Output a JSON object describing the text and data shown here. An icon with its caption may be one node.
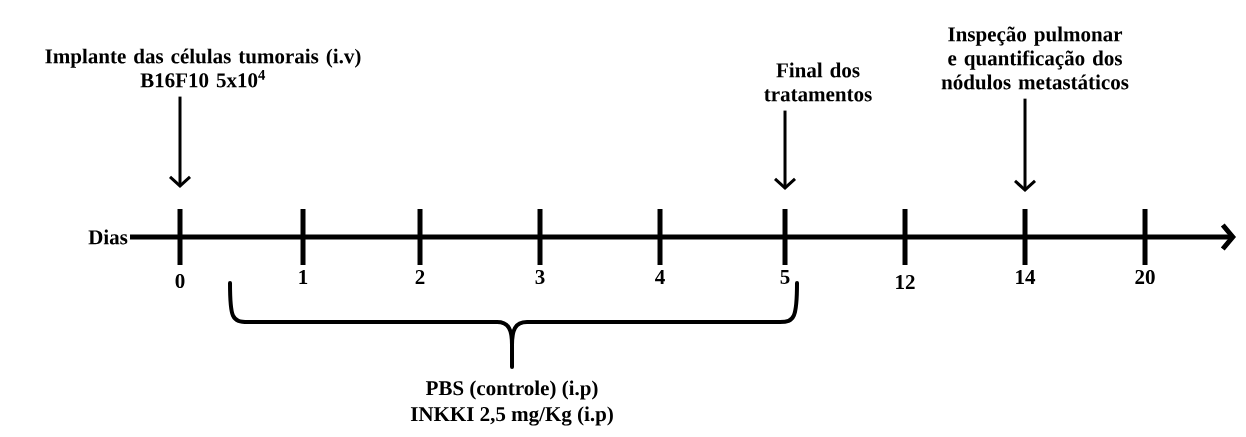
{
  "diagram": {
    "nodes": [
      {
        "text": [
          "Implante das células tumorais (i.v)",
          "B16F10 5x10$^{4}$"
        ]
      },
      {
        "text": [
          "Final dos tratamentos"
        ]
      },
      {
        "text": [
          "Inspeção pulmonar e quantificação dos nódulos metastáticos"
        ]
      }
    ],
    "edges": [
      {
        "from": 0,
        "to": null,
        "arrow": "to"
      },
      {
        "from": 1,
        "to": null,
        "arrow": "to"
      },
      {
        "from": 2,
        "to": null,
        "arrow": "to"
      }
    ],
    "labels": [
      "Dias",
      "0",
      "1",
      "2",
      "3",
      "4",
      "5",
      "12",
      "14",
      "20",
      "PBS (controle) (i.p)",
      "INKKI 2,5 mg/Kg (i.p)"
    ]
  }
}
